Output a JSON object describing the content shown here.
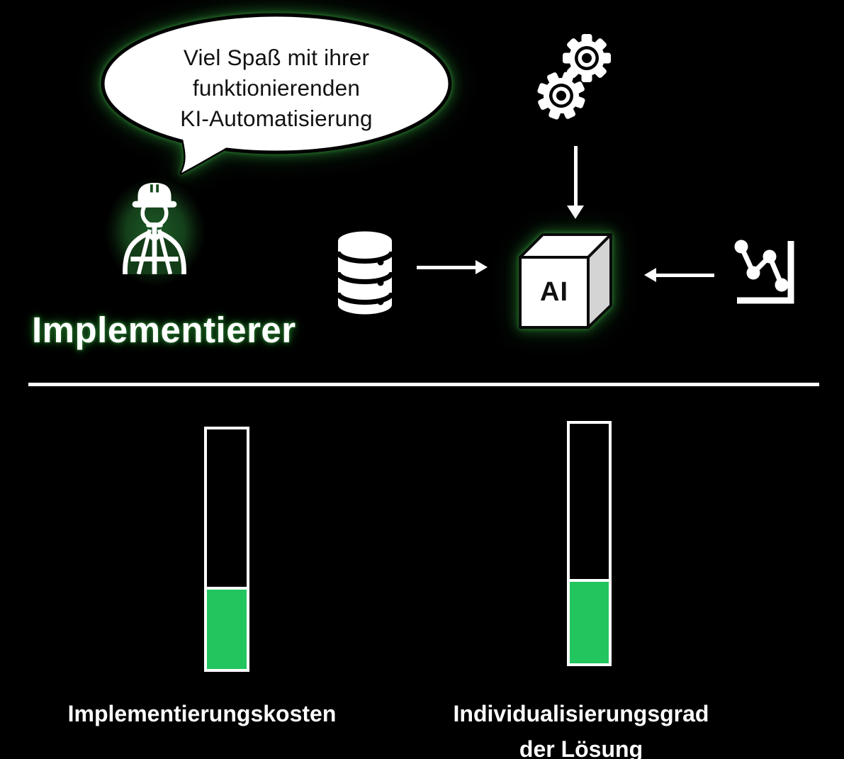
{
  "palette": {
    "background": "#000000",
    "bar_fill_green": "#22C55E",
    "glow_green_dark": "#1B5E20",
    "cube_side_gray": "#D4D4D4",
    "line_white": "#FFFFFF",
    "outline_black": "#000000"
  },
  "speech_bubble": {
    "lines": [
      "Viel Spaß mit ihrer",
      "funktionierenden",
      "KI-Automatisierung"
    ]
  },
  "implementer": {
    "label": "Implementierer",
    "icon": "construction-worker-icon"
  },
  "pipeline": {
    "inputs": [
      {
        "icon": "gears-icon"
      },
      {
        "icon": "database-icon"
      },
      {
        "icon": "line-chart-icon"
      }
    ],
    "ai_cube": {
      "label": "AI",
      "icon": "cube-icon"
    }
  },
  "gauges": [
    {
      "label_lines": [
        "Implementierungskosten"
      ],
      "fill_percent": 33
    },
    {
      "label_lines": [
        "Individualisierungsgrad",
        "der Lösung"
      ],
      "fill_percent": 34
    }
  ]
}
